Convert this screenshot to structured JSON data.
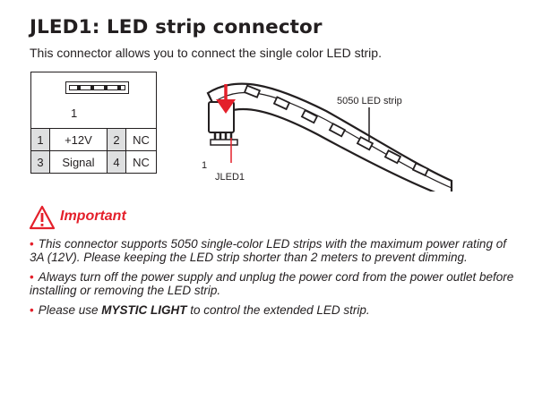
{
  "title": "JLED1: LED strip connector",
  "description": "This connector allows you to connect the single color LED strip.",
  "pinout": {
    "pin_one_label": "1",
    "rows": [
      [
        {
          "num": "1",
          "name": "+12V"
        },
        {
          "num": "2",
          "name": "NC"
        }
      ],
      [
        {
          "num": "3",
          "name": "Signal"
        },
        {
          "num": "4",
          "name": "NC"
        }
      ]
    ]
  },
  "illustration": {
    "strip_label": "5050 LED strip",
    "connector_label": "JLED1",
    "pin_one_label": "1",
    "arrow_color": "#e4202b"
  },
  "important": {
    "title": "Important",
    "icon": "warning-triangle-icon",
    "accent_color": "#e4202b",
    "notes": [
      {
        "text": "This connector supports 5050 single-color LED strips with the maximum power rating of 3A (12V). Please keeping the LED strip shorter than 2 meters to prevent dimming."
      },
      {
        "text": "Always turn off the power supply and unplug the power cord from the power outlet before installing or removing the LED strip."
      },
      {
        "prefix": "Please use ",
        "bold": "MYSTIC LIGHT",
        "suffix": " to control the extended LED strip."
      }
    ]
  }
}
